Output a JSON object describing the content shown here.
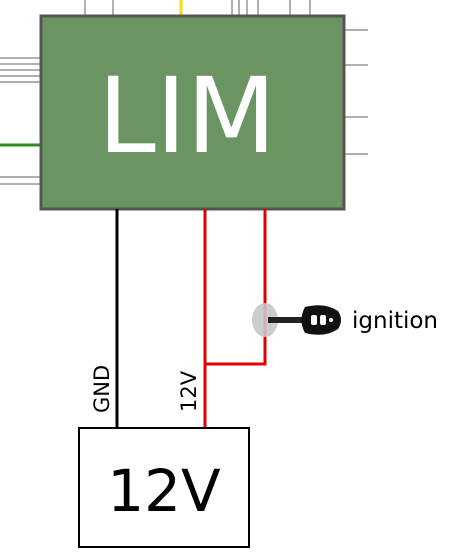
{
  "module": {
    "label": "LIM",
    "fill": "#6a9462",
    "stroke": "#555555",
    "text_color": "#ffffff"
  },
  "battery": {
    "label": "12V"
  },
  "wires": {
    "gnd_label": "GND",
    "supply_label": "12V",
    "gnd_color": "#000000",
    "supply_color": "#e00000",
    "can_color": "#2e8b1e",
    "signal_color": "#f0e000",
    "harness_color": "#b0b0b0"
  },
  "ignition": {
    "label": "ignition",
    "icon": "car-key-icon"
  }
}
